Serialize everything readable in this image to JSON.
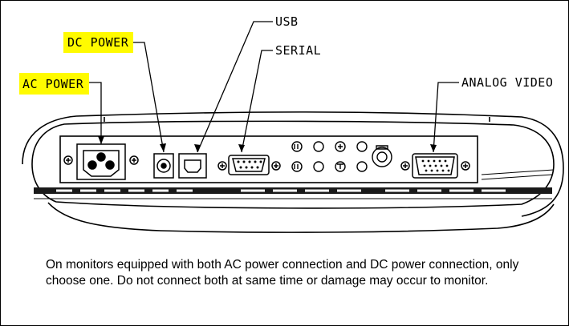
{
  "labels": {
    "usb": "USB",
    "serial": "SERIAL",
    "dc_power": "DC POWER",
    "ac_power": "AC POWER",
    "analog_video": "ANALOG VIDEO"
  },
  "highlight_color": "#fffb00",
  "caption": "On monitors equipped with both AC power connection and DC power connection, only choose one. Do not connect both at same time or damage may occur to monitor."
}
